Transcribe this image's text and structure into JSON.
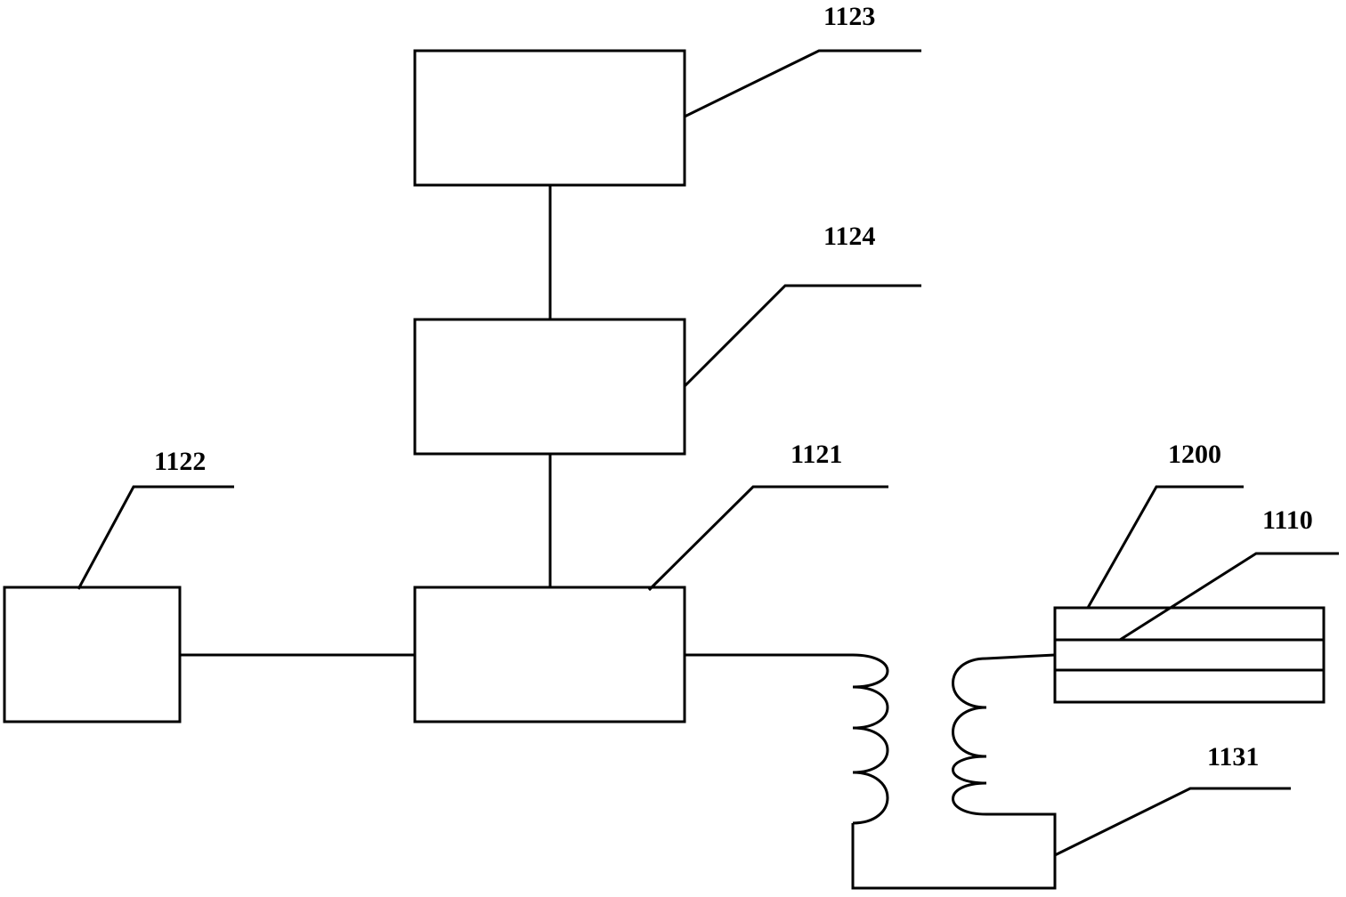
{
  "labels": {
    "block_1123": "1123",
    "block_1124": "1124",
    "block_1121": "1121",
    "block_1122": "1122",
    "part_1200": "1200",
    "part_1110": "1110",
    "loop_1131": "1131"
  }
}
